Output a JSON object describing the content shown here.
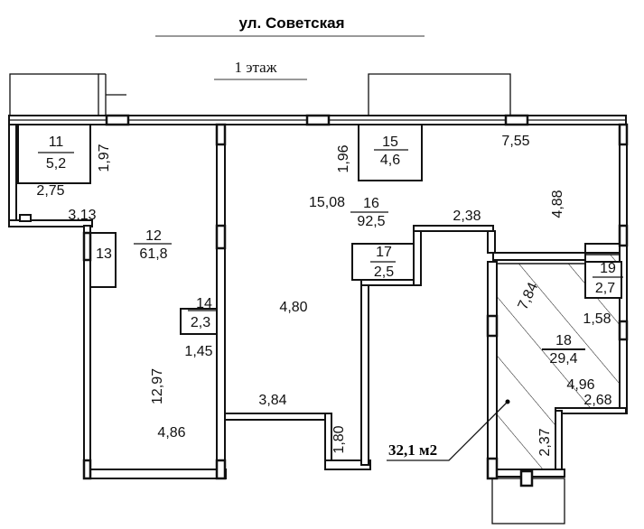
{
  "street": "ул. Советская",
  "floor": "1 этаж",
  "rooms": [
    {
      "num": "11",
      "area": "5,2"
    },
    {
      "num": "12",
      "area": "61,8"
    },
    {
      "num": "13"
    },
    {
      "num": "14",
      "area": "2,3"
    },
    {
      "num": "15",
      "area": "4,6"
    },
    {
      "num": "16",
      "area": "92,5"
    },
    {
      "num": "17",
      "area": "2,5"
    },
    {
      "num": "18",
      "area": "29,4"
    },
    {
      "num": "19",
      "area": "2,7"
    }
  ],
  "dimensions": {
    "d197": "1,97",
    "d275": "2,75",
    "d313": "3,13",
    "d196": "1,96",
    "d1508": "15,08",
    "d755": "7,55",
    "d238": "2,38",
    "d488": "4,88",
    "d784": "7,84",
    "d158": "1,58",
    "d496": "4,96",
    "d268": "2,68",
    "d237": "2,37",
    "d480": "4,80",
    "d145": "1,45",
    "d1297": "12,97",
    "d486": "4,86",
    "d384": "3,84",
    "d180": "1,80"
  },
  "highlight_area": "32,1 м2"
}
